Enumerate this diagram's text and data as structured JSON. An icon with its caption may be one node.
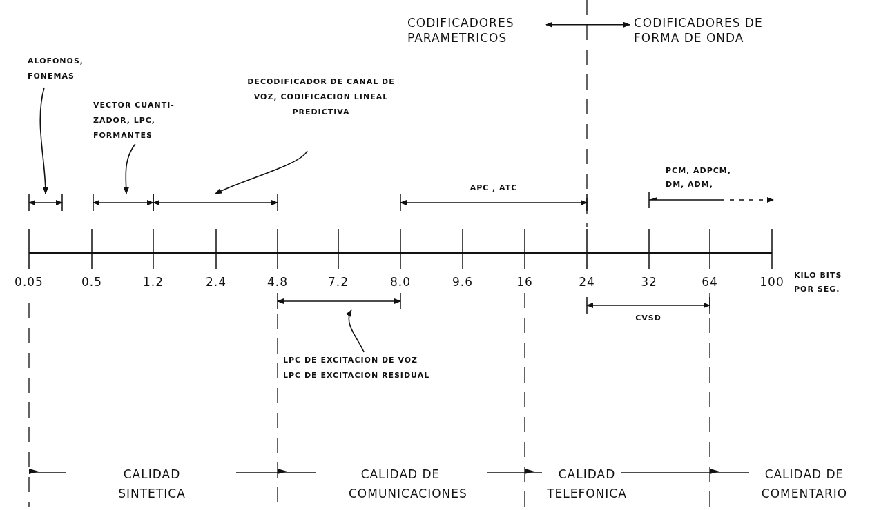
{
  "diagram": {
    "nodes": [
      {
        "text": [
          "ALOFONOS, FONEMAS"
        ]
      },
      {
        "text": [],
        "shape": "bar"
      },
      {
        "text": [
          "VECTOR CUANTI- ZADOR, LPC, FORMANTES"
        ]
      },
      {
        "text": [],
        "shape": "bar"
      },
      {
        "text": [
          "DECODIFICADOR DE CANAL DE VOZ, CODIFICACION LINEAL PREDICTIVA"
        ]
      },
      {
        "text": [],
        "shape": "bar"
      },
      {
        "text": [
          "LPC DE EXCITACION DE VOZ",
          "LPC DE EXCITACION RESIDUAL"
        ]
      },
      {
        "text": [],
        "shape": "bar"
      },
      {
        "text": [
          "CODIFICADORES PARAMETRICOS"
        ]
      },
      {
        "text": [
          "CODIFICADORES DE FORMA DE ONDA"
        ]
      },
      {
        "text": [
          "APC , ATC"
        ]
      },
      {
        "text": [
          "PCM, ADPCM, DM, ADM,"
        ]
      },
      {
        "text": [
          "CVSD"
        ]
      }
    ],
    "edges": [
      {
        "from": 0,
        "to": 1,
        "arrow": "to"
      },
      {
        "from": 2,
        "to": 3,
        "arrow": "to"
      },
      {
        "from": 4,
        "to": 5,
        "arrow": "to"
      },
      {
        "from": 6,
        "to": 7,
        "arrow": "to"
      },
      {
        "from": 8,
        "to": 9,
        "arrow": "both"
      }
    ],
    "labels": [
      "0.05",
      "0.5",
      "1.2",
      "2.4",
      "4.8",
      "7.2",
      "8.0",
      "9.6",
      "16",
      "24",
      "32",
      "64",
      "100",
      "KILO BITS POR SEG.",
      "CALIDAD SINTETICA",
      "CALIDAD DE COMUNICACIONES",
      "CALIDAD TELEFONICA",
      "CALIDAD DE COMENTARIO"
    ]
  }
}
